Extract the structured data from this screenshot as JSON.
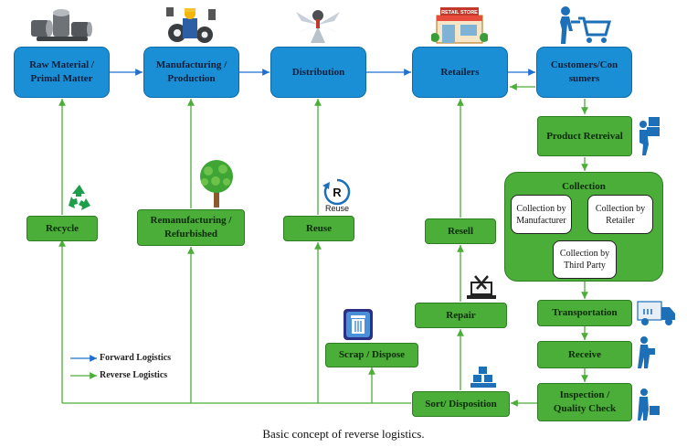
{
  "forward_chain": {
    "raw_material": "Raw Material / Primal Matter",
    "manufacturing": "Manufacturing / Production",
    "distribution": "Distribution",
    "retailers": "Retailers",
    "customers": "Customers/Consumers"
  },
  "reverse_flow": {
    "product_retreival": "Product Retreival",
    "collection": {
      "title": "Collection",
      "by_manufacturer": "Collection by Manufacturer",
      "by_retailer": "Collection by Retailer",
      "by_third_party": "Collection by Third Party"
    },
    "transportation": "Transportation",
    "receive": "Receive",
    "inspection": "Inspection / Quality Check",
    "sort": "Sort/ Disposition",
    "repair": "Repair",
    "resell": "Resell",
    "scrap": "Scrap / Dispose",
    "reuse": "Reuse",
    "remanufacturing": "Remanufacturing / Refurbished",
    "recycle": "Recycle"
  },
  "icon_labels": {
    "retail_store_sign": "RETAIL STORE",
    "reuse_letter": "R",
    "reuse_text": "Reuse"
  },
  "legend": {
    "forward": "Forward Logistics",
    "reverse": "Reverse Logistics"
  },
  "caption": "Basic concept of reverse logistics.",
  "colors": {
    "forward_arrow": "#1f6fd1",
    "reverse_arrow": "#4aae38",
    "blue_box": "#1b8fd6",
    "green_box": "#4aae38"
  }
}
